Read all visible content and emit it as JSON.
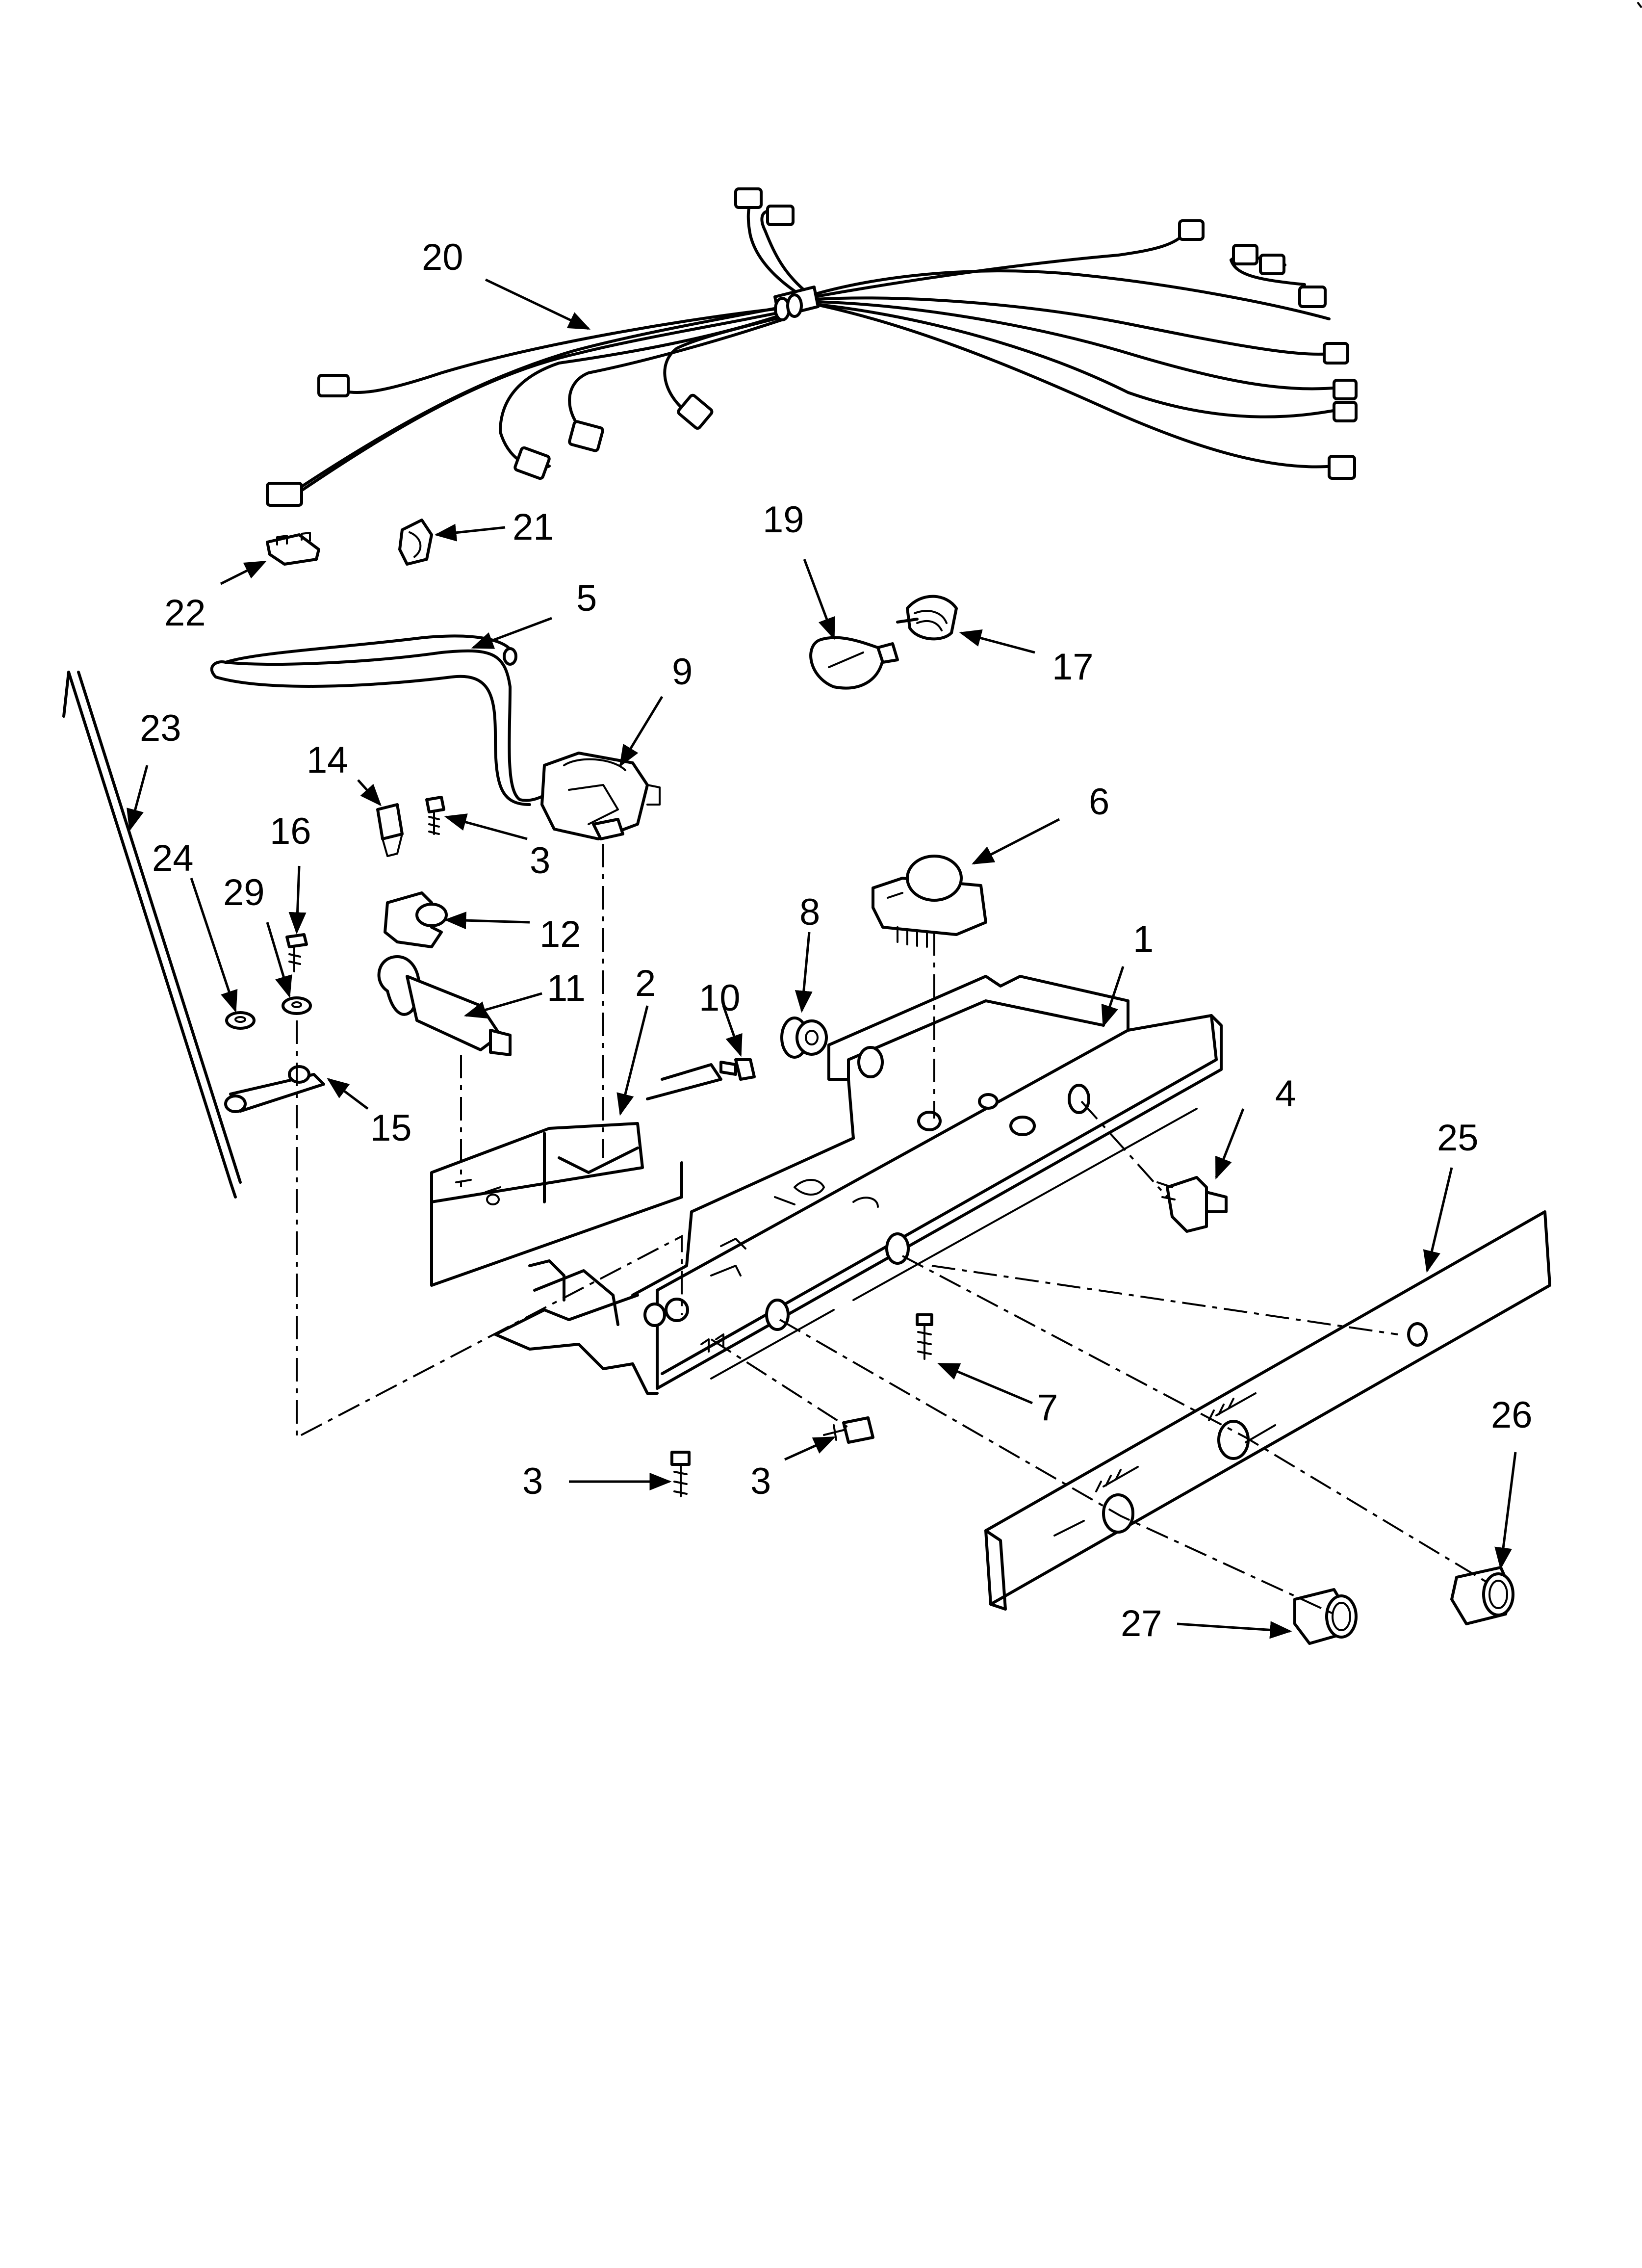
{
  "labels": {
    "p1": "1",
    "p2": "2",
    "p3a": "3",
    "p3b": "3",
    "p3c": "3",
    "p4": "4",
    "p5": "5",
    "p6": "6",
    "p7": "7",
    "p8": "8",
    "p9": "9",
    "p10": "10",
    "p11": "11",
    "p12": "12",
    "p14": "14",
    "p15": "15",
    "p16": "16",
    "p17": "17",
    "p19": "19",
    "p20": "20",
    "p21": "21",
    "p22": "22",
    "p23": "23",
    "p24": "24",
    "p25": "25",
    "p26": "26",
    "p27": "27",
    "p29": "29"
  }
}
